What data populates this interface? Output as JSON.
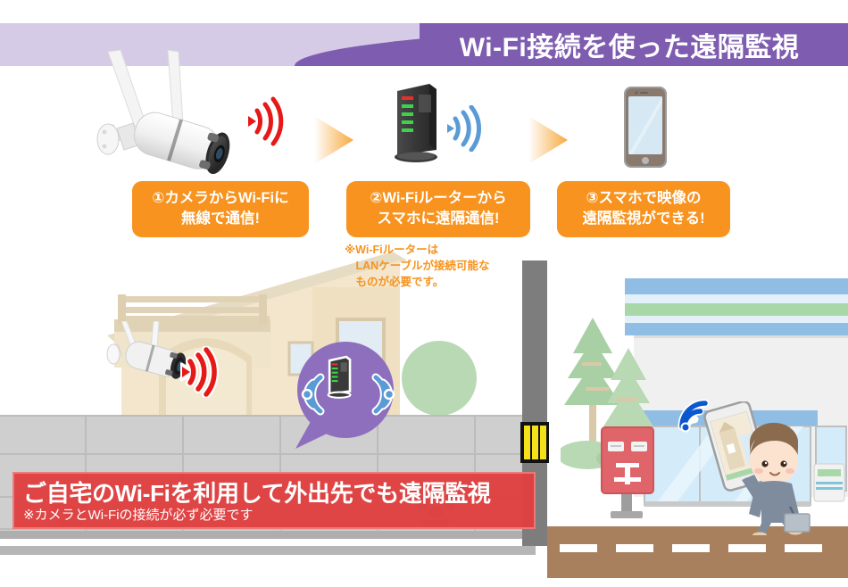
{
  "header": {
    "title": "Wi-Fi接続を使った遠隔監視",
    "banner_color_light": "#d6cbe6",
    "banner_color_dark": "#7e5cb0"
  },
  "steps": [
    {
      "id": "step-1",
      "line1": "①カメラからWi-Fiに",
      "line2": "無線で通信!",
      "color": "#f7931e",
      "device": "security-camera"
    },
    {
      "id": "step-2",
      "line1": "②Wi-Fiルーターから",
      "line2": "スマホに遠隔通信!",
      "color": "#f7931e",
      "device": "wifi-router"
    },
    {
      "id": "step-3",
      "line1": "③スマホで映像の",
      "line2": "遠隔監視ができる!",
      "color": "#f7931e",
      "device": "smartphone"
    }
  ],
  "note": {
    "text": "※Wi-Fiルーターは\n　LANケーブルが接続可能な\n　ものが必要です。",
    "color": "#f7931e"
  },
  "bottom_banner": {
    "headline": "ご自宅のWi-Fiを利用して外出先でも遠隔監視",
    "subline": "※カメラとWi-Fiの接続が必ず必要です",
    "bg_color": "#e04040",
    "text_color": "#ffffff"
  },
  "scene": {
    "left": {
      "name": "home-scene",
      "elements": [
        "house",
        "wall-mounted-camera",
        "red-wifi-signal",
        "router-callout-bubble",
        "block-wall",
        "sidewalk"
      ]
    },
    "right": {
      "name": "outdoor-scene",
      "elements": [
        "convenience-store",
        "trees",
        "post-box",
        "woman-with-smartphone",
        "blue-wifi-signal",
        "road"
      ]
    },
    "divider": "utility-pole"
  },
  "icons": {
    "wifi_red": "wifi-signal-icon",
    "wifi_blue": "wifi-signal-icon",
    "post_mark": "〒"
  },
  "colors": {
    "orange": "#f7931e",
    "purple": "#7e5cb0",
    "red": "#e02020",
    "blue": "#0b57d0",
    "house_wall": "#f3e6cd",
    "store_blue": "#8fbde3",
    "store_green": "#a8d8a8"
  }
}
